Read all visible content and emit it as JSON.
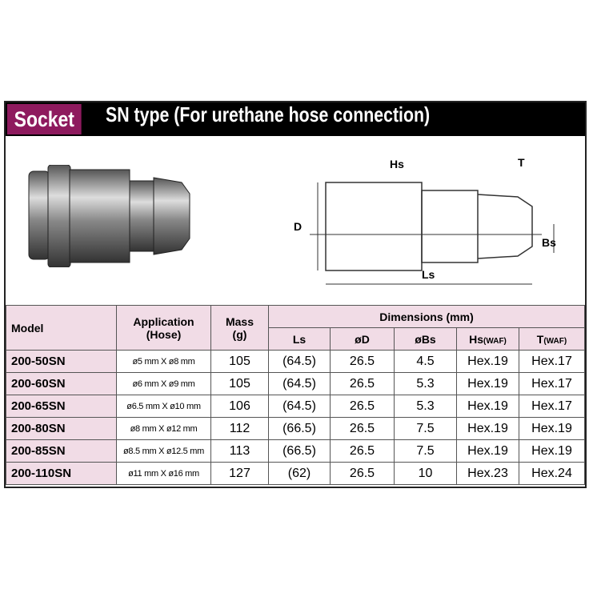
{
  "header": {
    "badge": "Socket",
    "title": "SN type (For urethane hose connection)"
  },
  "diagram_labels": {
    "hs": "Hs",
    "t": "T",
    "d": "D",
    "bs": "Bs",
    "ls": "Ls"
  },
  "colors": {
    "badge": "#8e1a5e",
    "header_bg": "#000000",
    "table_header_bg": "#f1dce6"
  },
  "table": {
    "headers": {
      "model": "Model",
      "application": "Application",
      "application2": "(Hose)",
      "mass": "Mass",
      "mass2": "(g)",
      "dimensions": "Dimensions (mm)",
      "ls": "Ls",
      "d": "øD",
      "bs": "øBs",
      "hs": "Hs",
      "hs_sub": "(WAF)",
      "t": "T",
      "t_sub": "(WAF)"
    },
    "rows": [
      {
        "model": "200-50SN",
        "app": "ø5 mm X ø8 mm",
        "mass": "105",
        "ls": "(64.5)",
        "d": "26.5",
        "bs": "4.5",
        "hs": "Hex.19",
        "t": "Hex.17"
      },
      {
        "model": "200-60SN",
        "app": "ø6 mm X ø9 mm",
        "mass": "105",
        "ls": "(64.5)",
        "d": "26.5",
        "bs": "5.3",
        "hs": "Hex.19",
        "t": "Hex.17"
      },
      {
        "model": "200-65SN",
        "app": "ø6.5 mm X ø10 mm",
        "mass": "106",
        "ls": "(64.5)",
        "d": "26.5",
        "bs": "5.3",
        "hs": "Hex.19",
        "t": "Hex.17"
      },
      {
        "model": "200-80SN",
        "app": "ø8 mm X ø12 mm",
        "mass": "112",
        "ls": "(66.5)",
        "d": "26.5",
        "bs": "7.5",
        "hs": "Hex.19",
        "t": "Hex.19"
      },
      {
        "model": "200-85SN",
        "app": "ø8.5 mm X ø12.5 mm",
        "mass": "113",
        "ls": "(66.5)",
        "d": "26.5",
        "bs": "7.5",
        "hs": "Hex.19",
        "t": "Hex.19"
      },
      {
        "model": "200-110SN",
        "app": "ø11 mm X ø16 mm",
        "mass": "127",
        "ls": "(62)",
        "d": "26.5",
        "bs": "10",
        "hs": "Hex.23",
        "t": "Hex.24"
      }
    ]
  }
}
